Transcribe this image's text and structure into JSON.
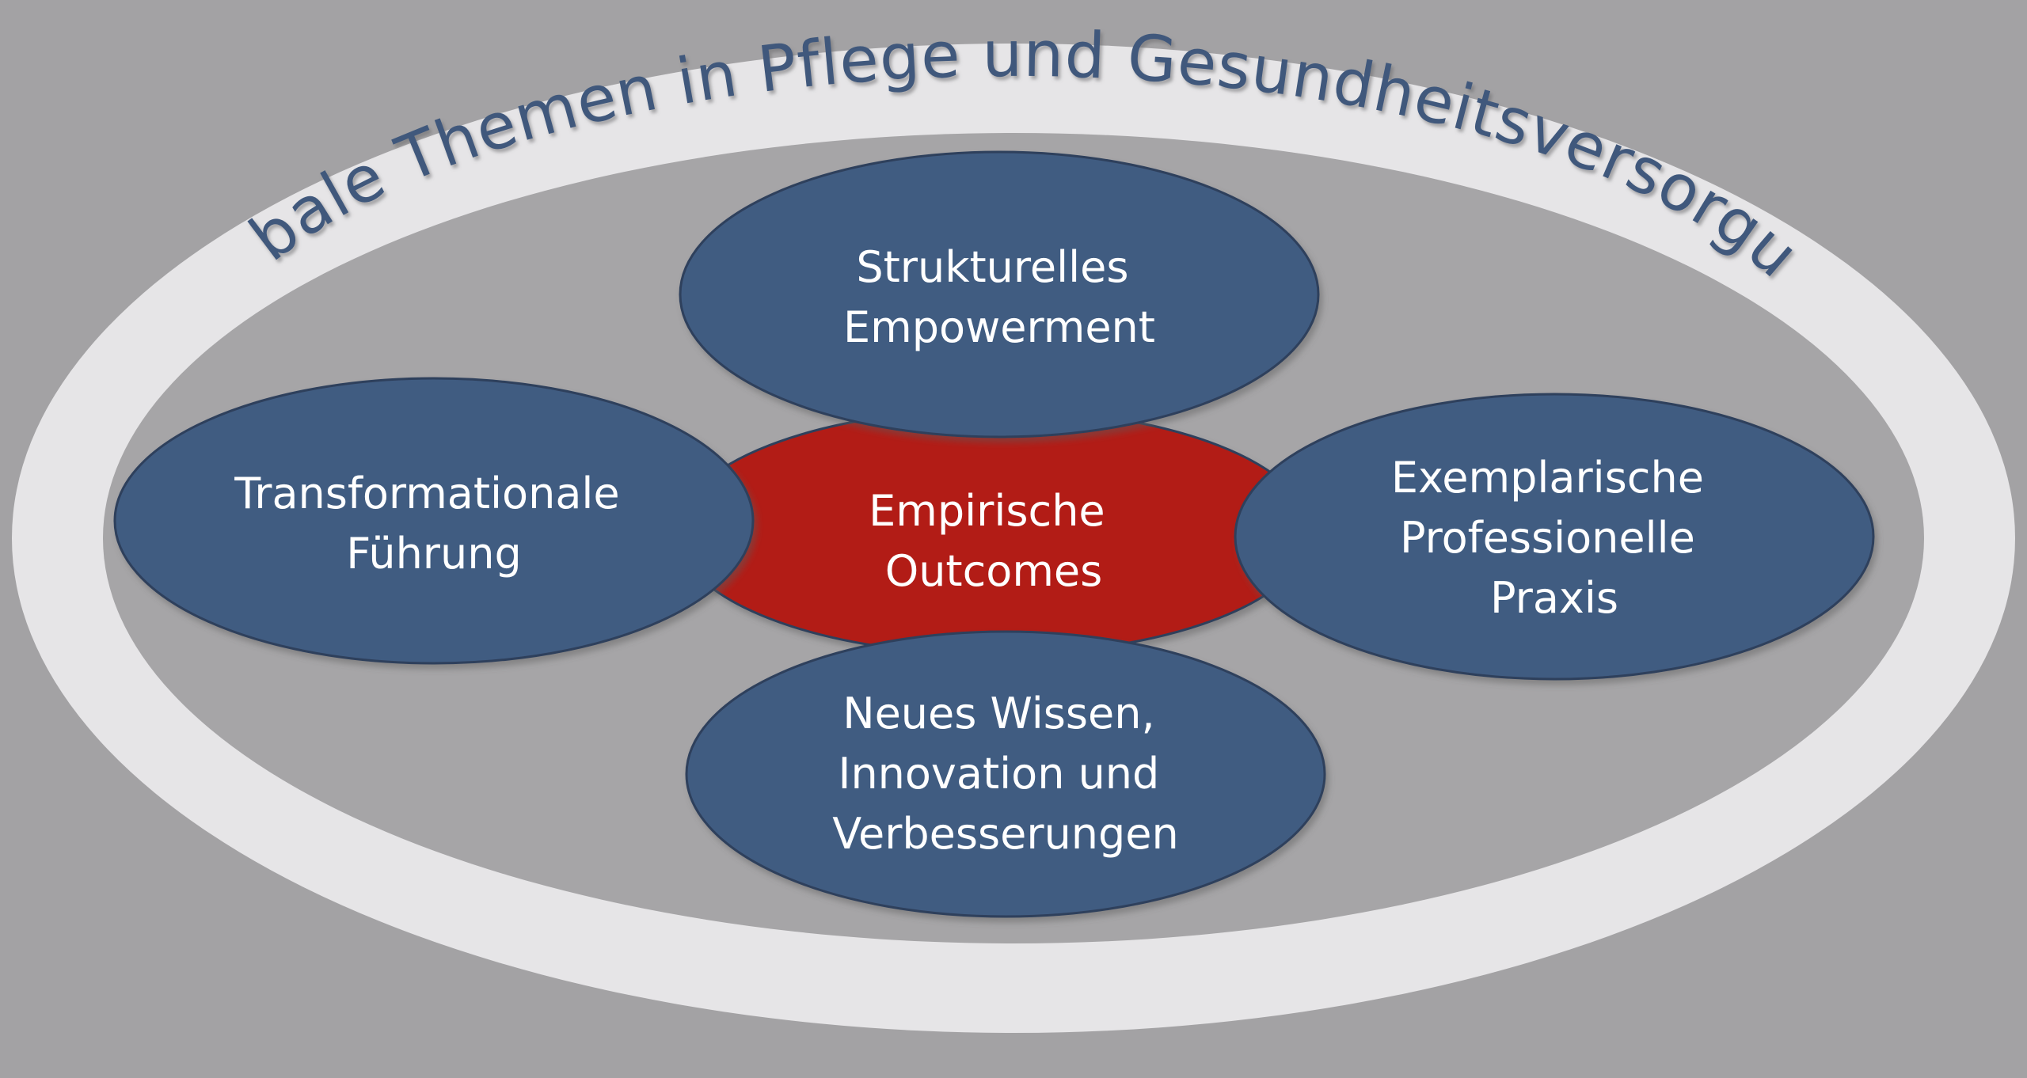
{
  "diagram": {
    "title": "Globale Themen in Pflege und Gesundheitsversorgung",
    "nodes": [
      {
        "id": "center",
        "lines": [
          "Empirische",
          "Outcomes"
        ],
        "color": "#b21f17"
      },
      {
        "id": "top",
        "lines": [
          "Strukturelles",
          "Empowerment"
        ],
        "color": "#405b81"
      },
      {
        "id": "left",
        "lines": [
          "Transformationale",
          "Führung"
        ],
        "color": "#405b81"
      },
      {
        "id": "right",
        "lines": [
          "Exemplarische",
          "Professionelle",
          "Praxis"
        ],
        "color": "#405b81"
      },
      {
        "id": "bottom",
        "lines": [
          "Neues Wissen,",
          "Innovation und",
          "Verbesserungen"
        ],
        "color": "#405b81"
      }
    ],
    "colors": {
      "background": "#a3a2a4",
      "outer_ring": "#e6e5e7",
      "inner_field": "#a6a5a7",
      "title_text": "#3f587c",
      "node_border": "#2e3f5c"
    }
  }
}
